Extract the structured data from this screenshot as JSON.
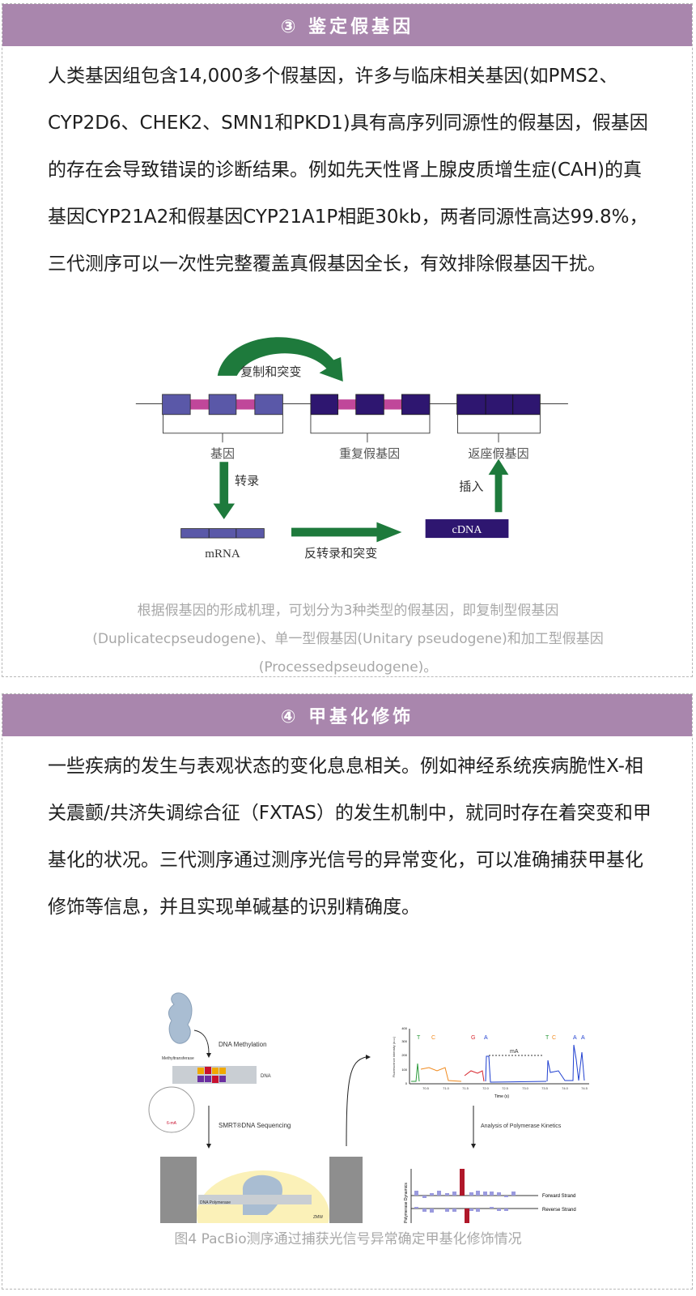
{
  "section3": {
    "title": "③ 鉴定假基因",
    "paragraph": "人类基因组包含14,000多个假基因，许多与临床相关基因(如PMS2、CYP2D6、CHEK2、SMN1和PKD1)具有高序列同源性的假基因，假基因的存在会导致错误的诊断结果。例如先天性肾上腺皮质增生症(CAH)的真基因CYP21A2和假基因CYP21A1P相距30kb，两者同源性高达99.8%，三代测序可以一次性完整覆盖真假基因全长，有效排除假基因干扰。",
    "figure": {
      "dup_mut": "复制和突变",
      "gene": "基因",
      "dup_pseudo": "重复假基因",
      "retro_pseudo": "返座假基因",
      "transcription": "转录",
      "insertion": "插入",
      "mrna": "mRNA",
      "rt_mut": "反转录和突变",
      "cdna": "cDNA"
    },
    "caption": "根据假基因的形成机理，可划分为3种类型的假基因，即复制型假基因(Duplicatecpseudogene)、单一型假基因(Unitary pseudogene)和加工型假基因(Processedpseudogene)。"
  },
  "section4": {
    "title": "④ 甲基化修饰",
    "paragraph": "一些疾病的发生与表观状态的变化息息相关。例如神经系统疾病脆性X-相关震颤/共济失调综合征（FXTAS）的发生机制中，就同时存在着突变和甲基化的状况。三代测序通过测序光信号的异常变化，可以准确捕获甲基化修饰等信息，并且实现单碱基的识别精确度。",
    "figure": {
      "methyltransferase": "Methyltransferase",
      "dna_methylation": "DNA Methylation",
      "dna": "DNA",
      "six_ma": "6-mA",
      "smrt": "SMRT®DNA Sequencing",
      "polymerase": "DNA Polymerase",
      "zmw": "ZMW",
      "y_axis": "Fluorescence intensity (a.u.)",
      "y_ticks": [
        "0",
        "100",
        "200",
        "300",
        "400"
      ],
      "x_ticks": [
        "70.5",
        "71.0",
        "71.5",
        "72.0",
        "72.5",
        "73.0",
        "73.5",
        "74.0",
        "74.5"
      ],
      "x_axis": "Time (s)",
      "bases": [
        "T",
        "C",
        "G",
        "A",
        "T",
        "C",
        "A",
        "A"
      ],
      "ma": "mA",
      "kinetics": "Analysis of Polymerase Kinetics",
      "dynamics": "Polymerase Dynamics",
      "forward": "Forward Strand",
      "reverse": "Reverse Strand"
    },
    "caption": "图4 PacBio测序通过捕获光信号异常确定甲基化修饰情况"
  }
}
